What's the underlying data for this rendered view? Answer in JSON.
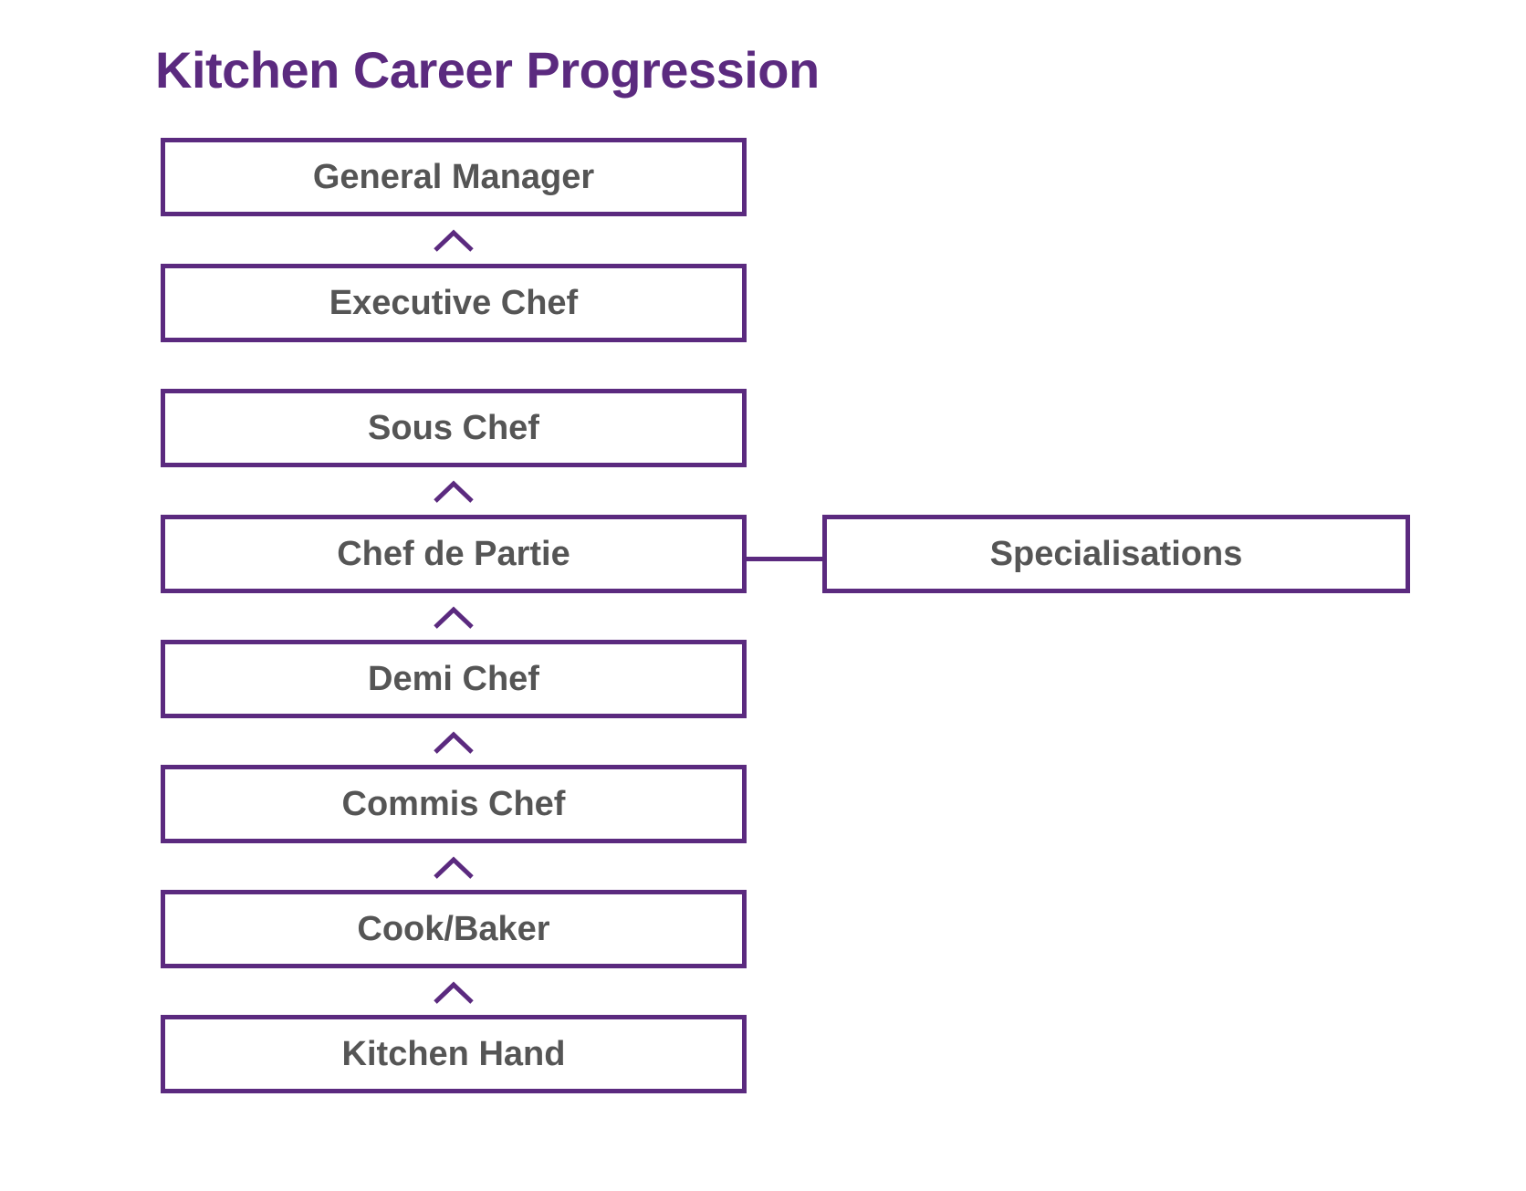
{
  "title": "Kitchen Career Progression",
  "colors": {
    "accent": "#5b2a7f",
    "text": "#555555"
  },
  "ladder": [
    "General Manager",
    "Executive Chef",
    "Sous Chef",
    "Chef de Partie",
    "Demi Chef",
    "Commis Chef",
    "Cook/Baker",
    "Kitchen Hand"
  ],
  "side_box": "Specialisations",
  "arrow_icon": "chevron-up-icon"
}
